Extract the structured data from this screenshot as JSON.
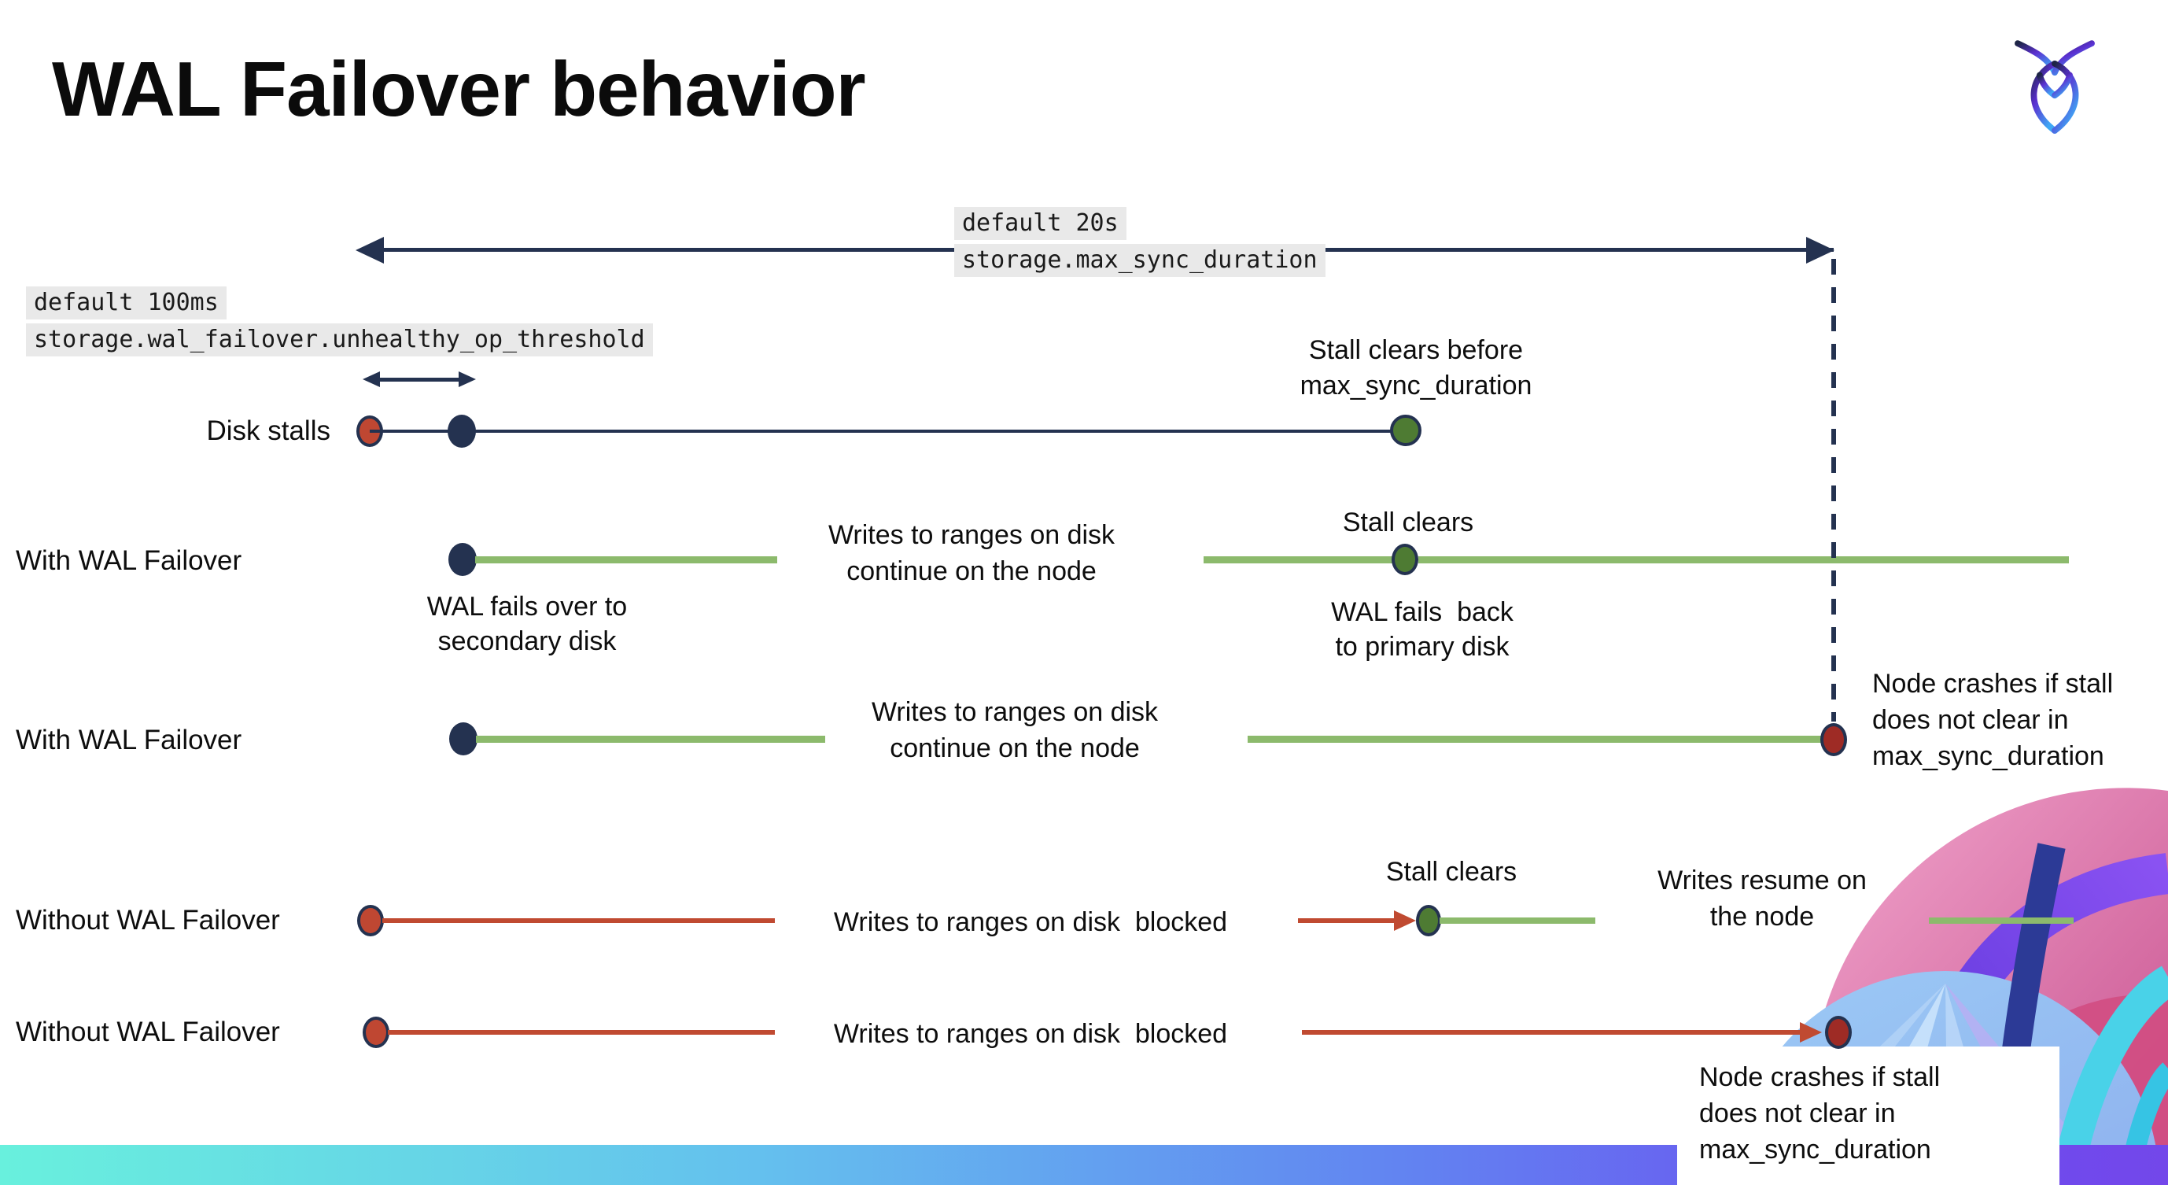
{
  "title": "WAL Failover behavior",
  "logo": {
    "name": "cockroachdb-logo"
  },
  "config_annotations": {
    "max_sync_duration": {
      "default_line": "default 20s",
      "setting_line": "storage.max_sync_duration"
    },
    "unhealthy_op_threshold": {
      "default_line": "default 100ms",
      "setting_line": "storage.wal_failover.unhealthy_op_threshold"
    }
  },
  "rows": {
    "disk_stalls": {
      "label": "Disk stalls",
      "stall_clears_note": "Stall clears before\nmax_sync_duration"
    },
    "with_failover_clears": {
      "label": "With WAL Failover",
      "writes_note": "Writes to ranges on disk\ncontinue on the node",
      "stall_clears_note": "Stall clears",
      "failover_note": "WAL fails over to\nsecondary disk",
      "failback_note": "WAL fails  back\nto primary disk"
    },
    "with_failover_crash": {
      "label": "With WAL Failover",
      "writes_note": "Writes to ranges on disk\ncontinue on the node",
      "crash_note": "Node crashes if stall\ndoes not clear in\nmax_sync_duration"
    },
    "without_failover_clears": {
      "label": "Without WAL Failover",
      "writes_note": "Writes to ranges on disk  blocked",
      "stall_clears_note": "Stall clears",
      "resume_note": "Writes resume on\nthe node"
    },
    "without_failover_crash": {
      "label": "Without WAL Failover",
      "writes_note": "Writes to ranges on disk  blocked",
      "crash_note": "Node crashes if stall\ndoes not clear in\nmax_sync_duration"
    }
  },
  "colors": {
    "navy": "#243250",
    "red_dot": "#bf4732",
    "dark_red_dot": "#9e2b25",
    "green_dot": "#4e7b33",
    "green_line": "#8cba6c",
    "red_line": "#c04a31",
    "code_highlight": "#e9e9e9",
    "bar_gradient_start": "#68f0dd",
    "bar_gradient_end": "#6c4df0"
  }
}
